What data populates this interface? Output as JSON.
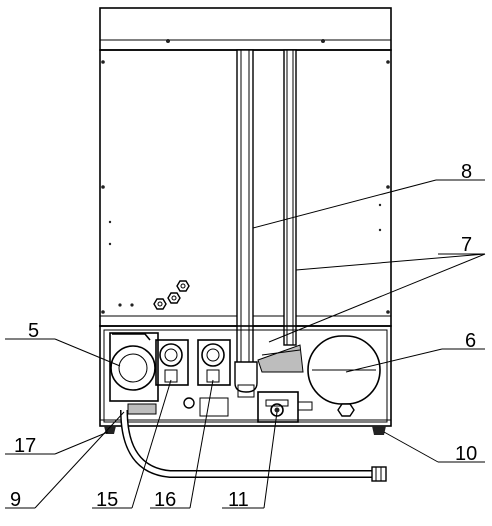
{
  "callouts": [
    {
      "id": "c5",
      "text": "5"
    },
    {
      "id": "c6",
      "text": "6"
    },
    {
      "id": "c7",
      "text": "7"
    },
    {
      "id": "c8",
      "text": "8"
    },
    {
      "id": "c9",
      "text": "9"
    },
    {
      "id": "c10",
      "text": "10"
    },
    {
      "id": "c11",
      "text": "11"
    },
    {
      "id": "c15",
      "text": "15"
    },
    {
      "id": "c16",
      "text": "16"
    },
    {
      "id": "c17",
      "text": "17"
    }
  ]
}
